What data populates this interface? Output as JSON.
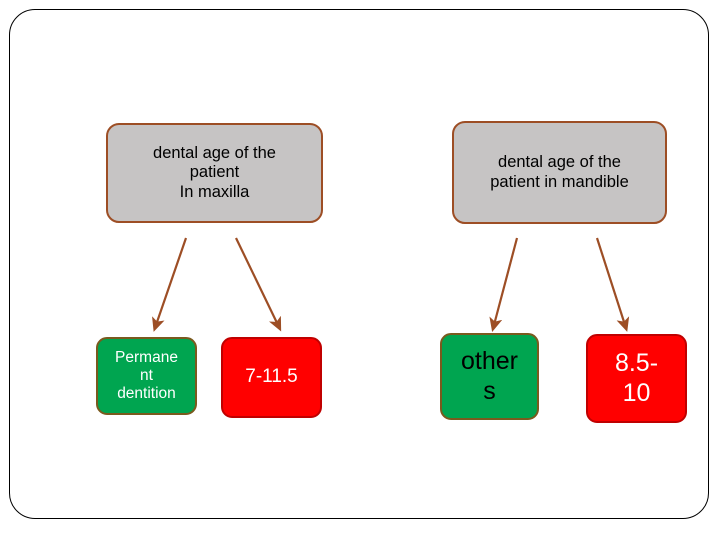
{
  "slide": {
    "frame": "rounded-slide-border",
    "background_color": "#ffffff"
  },
  "colors": {
    "parent_fill": "#c6c4c4",
    "parent_border": "#9d4e25",
    "green_fill": "#00a550",
    "green_border": "#7a5a1e",
    "red_fill": "#ff0000",
    "red_border": "#c00000",
    "connector": "#9d4e25",
    "frame_border": "#000000"
  },
  "diagram": {
    "type": "tree",
    "nodes": [
      {
        "id": "maxilla",
        "role": "parent",
        "lines": [
          "dental age of the",
          "patient",
          "In maxilla"
        ],
        "text": "dental age of the patient In maxilla"
      },
      {
        "id": "mandible",
        "role": "parent",
        "lines": [
          "dental age of the",
          "patient in mandible"
        ],
        "text": "dental age of the patient in mandible"
      },
      {
        "id": "permanent-dentition",
        "role": "child-category",
        "lines": [
          "Permane",
          "nt",
          "dentition"
        ],
        "text": "Permanent dentition"
      },
      {
        "id": "permanent-range",
        "role": "child-value",
        "lines": [
          "7-11.5"
        ],
        "text": "7-11.5"
      },
      {
        "id": "others",
        "role": "child-category",
        "lines": [
          "other",
          "s"
        ],
        "text": "others"
      },
      {
        "id": "others-range",
        "role": "child-value",
        "lines": [
          "8.5-",
          "10"
        ],
        "text": "8.5-10"
      }
    ],
    "edges": [
      {
        "from": "maxilla",
        "to": "permanent-dentition",
        "style": "arrow"
      },
      {
        "from": "maxilla",
        "to": "permanent-range",
        "style": "arrow"
      },
      {
        "from": "mandible",
        "to": "others",
        "style": "arrow"
      },
      {
        "from": "mandible",
        "to": "others-range",
        "style": "arrow"
      }
    ]
  }
}
